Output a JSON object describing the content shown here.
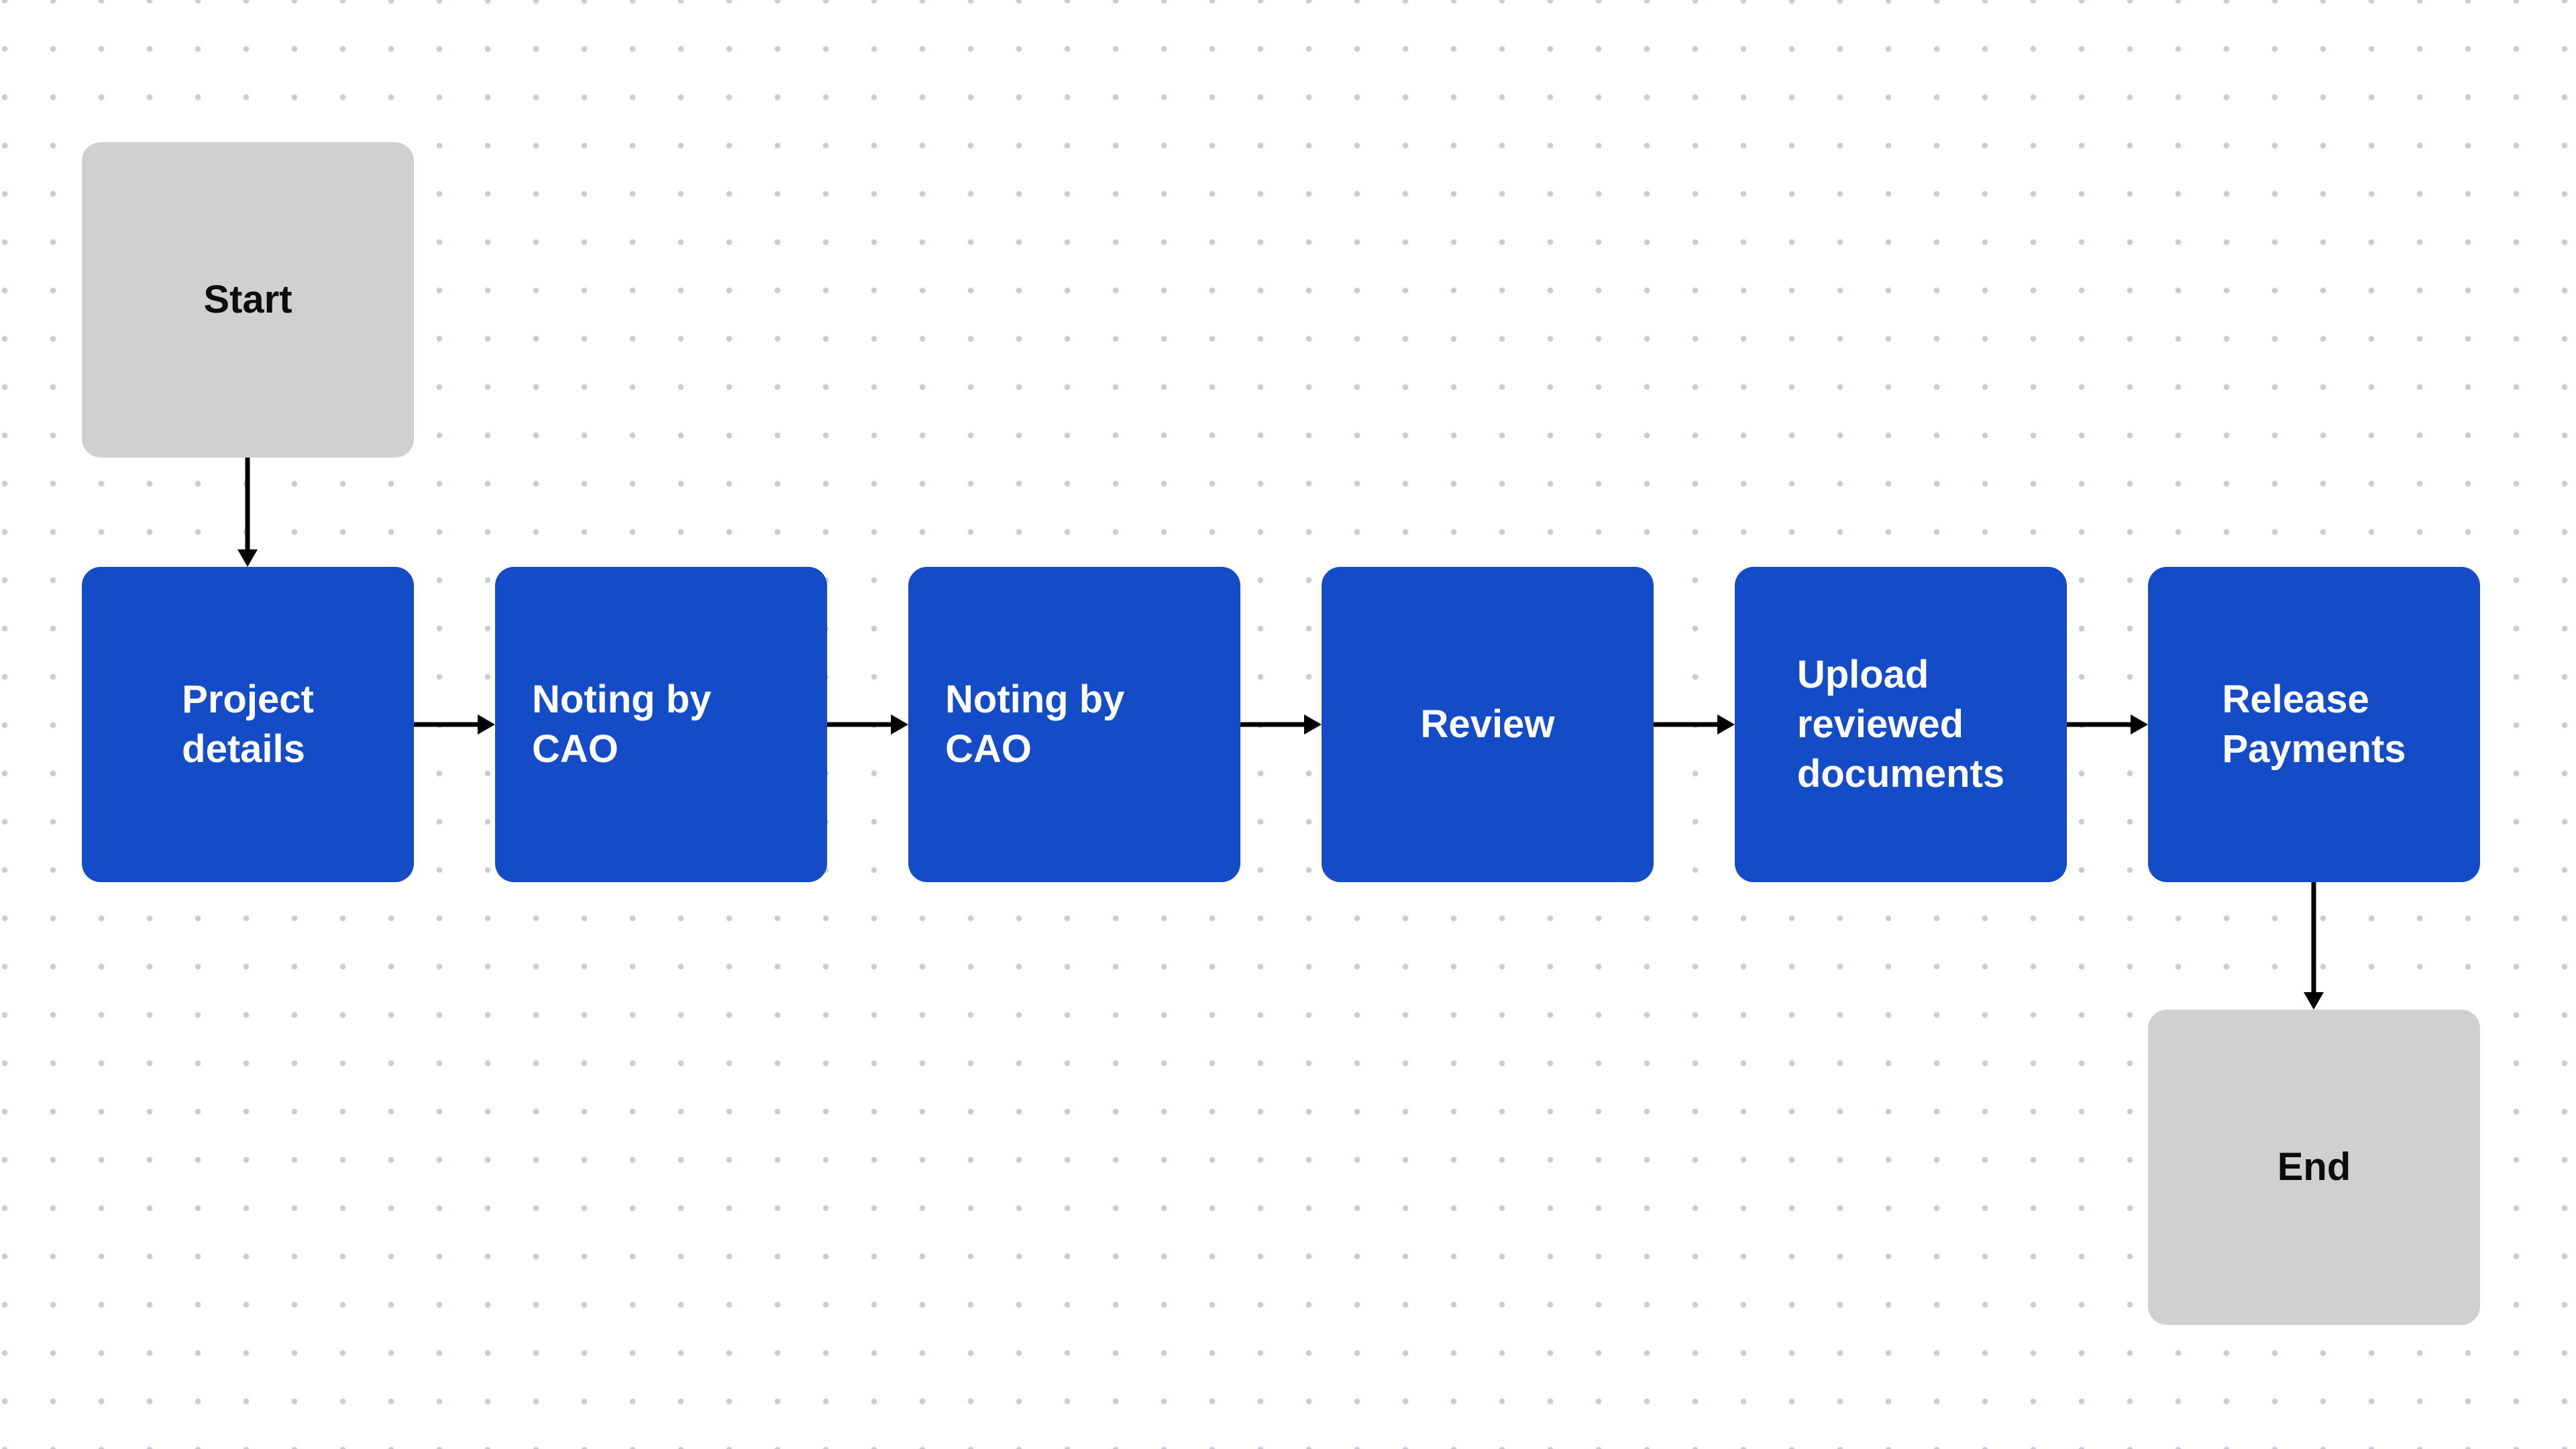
{
  "diagram": {
    "type": "flowchart",
    "direction": "left-to-right"
  },
  "colors": {
    "page_background": "#ffffff",
    "dot_grid": "#c8ccd3",
    "process_fill": "#144bc6",
    "process_text": "#ffffff",
    "terminal_fill": "#d0d0d0",
    "terminal_text": "#0c0c0c",
    "arrow": "#000000"
  },
  "nodes": [
    {
      "id": "start",
      "type": "terminal",
      "label": "Start"
    },
    {
      "id": "project-details",
      "type": "process",
      "label": "Project\ndetails"
    },
    {
      "id": "noting-by-cao-1",
      "type": "process",
      "label": "Noting by CAO"
    },
    {
      "id": "noting-by-cao-2",
      "type": "process",
      "label": "Noting by CAO"
    },
    {
      "id": "review",
      "type": "process",
      "label": "Review"
    },
    {
      "id": "upload-reviewed-documents",
      "type": "process",
      "label": "Upload\nreviewed\ndocuments"
    },
    {
      "id": "release-payments",
      "type": "process",
      "label": "Release\nPayments"
    },
    {
      "id": "end",
      "type": "terminal",
      "label": "End"
    }
  ],
  "edges": [
    {
      "from": "start",
      "to": "project-details",
      "direction": "down"
    },
    {
      "from": "project-details",
      "to": "noting-by-cao-1",
      "direction": "right"
    },
    {
      "from": "noting-by-cao-1",
      "to": "noting-by-cao-2",
      "direction": "right"
    },
    {
      "from": "noting-by-cao-2",
      "to": "review",
      "direction": "right"
    },
    {
      "from": "review",
      "to": "upload-reviewed-documents",
      "direction": "right"
    },
    {
      "from": "upload-reviewed-documents",
      "to": "release-payments",
      "direction": "right"
    },
    {
      "from": "release-payments",
      "to": "end",
      "direction": "down"
    }
  ]
}
